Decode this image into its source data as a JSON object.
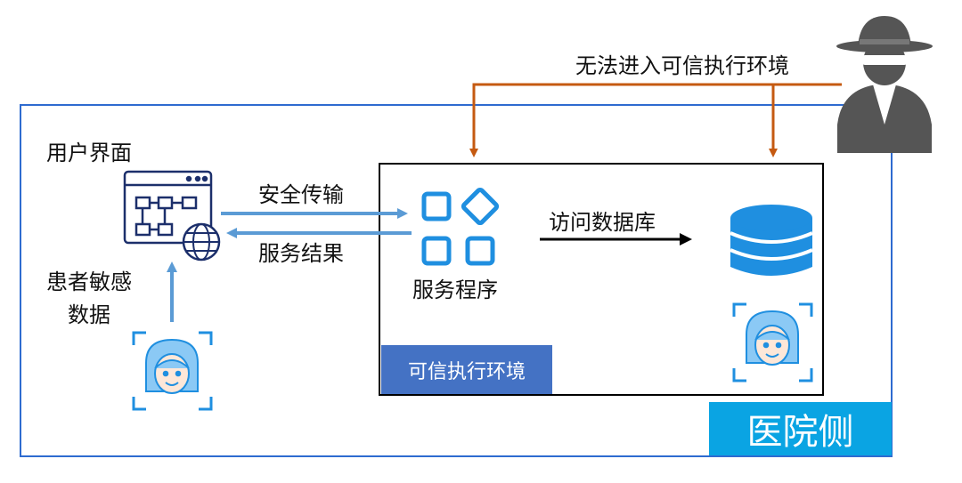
{
  "labels": {
    "cannot_enter": "无法进入可信执行环境",
    "user_interface": "用户界面",
    "secure_transfer": "安全传输",
    "service_result": "服务结果",
    "patient_data_line1": "患者敏感",
    "patient_data_line2": "数据",
    "service_program": "服务程序",
    "access_db": "访问数据库",
    "tee": "可信执行环境",
    "hospital_side": "医院侧"
  },
  "colors": {
    "hospital_frame": "#2e6bd0",
    "tee_tag": "#4472c4",
    "hospital_tag": "#0aa4e3",
    "attack_arrow": "#c55a11",
    "flow_arrow": "#5b9bd5",
    "icon_blue": "#1f8fe0"
  },
  "icons": [
    "ui-window-icon",
    "globe-icon",
    "face-scan-icon",
    "app-grid-icon",
    "database-icon",
    "spy-icon"
  ]
}
